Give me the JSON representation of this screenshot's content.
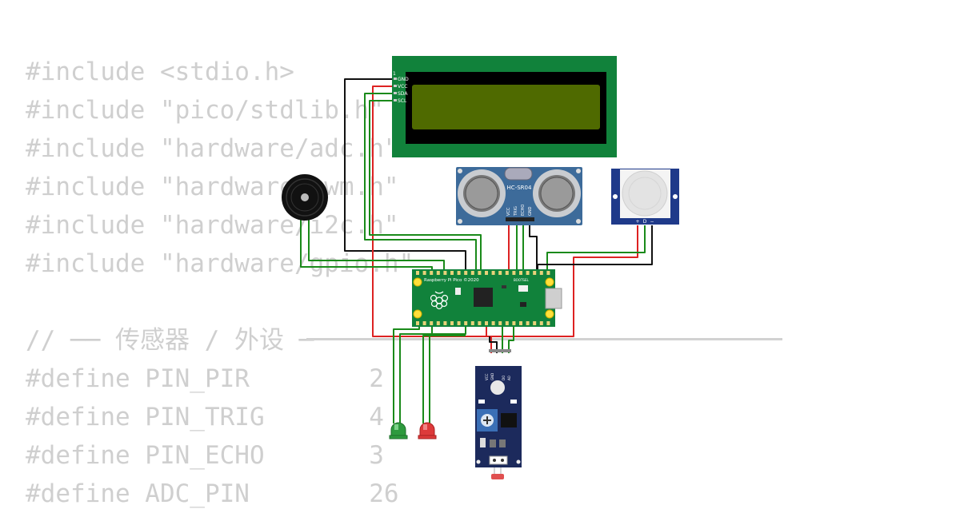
{
  "code": {
    "lines": [
      "#include <stdio.h>",
      "#include \"pico/stdlib.h\"",
      "#include \"hardware/adc.h\"",
      "#include \"hardware/pwm.h\"",
      "#include \"hardware/i2c.h\"",
      "#include \"hardware/gpio.h\"",
      "",
      "// ── 传感器 / 外设 ─",
      "#define PIN_PIR        2",
      "#define PIN_TRIG       4",
      "#define PIN_ECHO       3",
      "#define ADC_PIN        26"
    ]
  },
  "components": {
    "lcd": {
      "pins": [
        "1",
        "GND",
        "VCC",
        "SDA",
        "SCL"
      ]
    },
    "ultrasonic": {
      "label": "HC-SR04",
      "pins": [
        "VCC",
        "TRIG",
        "ECHO",
        "GND"
      ]
    },
    "pir": {
      "pin_labels": [
        "+",
        "D",
        "−"
      ]
    },
    "pico": {
      "label": "Raspberry Pi Pico ©2020",
      "bootsel": "BOOTSEL"
    },
    "ldr_module": {
      "pins": [
        "VCC",
        "GND",
        "DO",
        "AO"
      ]
    }
  },
  "colors": {
    "wire_red": "#dd2222",
    "wire_green": "#1a8a1a",
    "wire_black": "#111111",
    "pcb_green": "#11823b",
    "lcd_screen": "#4f6a00",
    "sensor_blue": "#3d6b9a",
    "module_navy": "#1c2a5c"
  }
}
